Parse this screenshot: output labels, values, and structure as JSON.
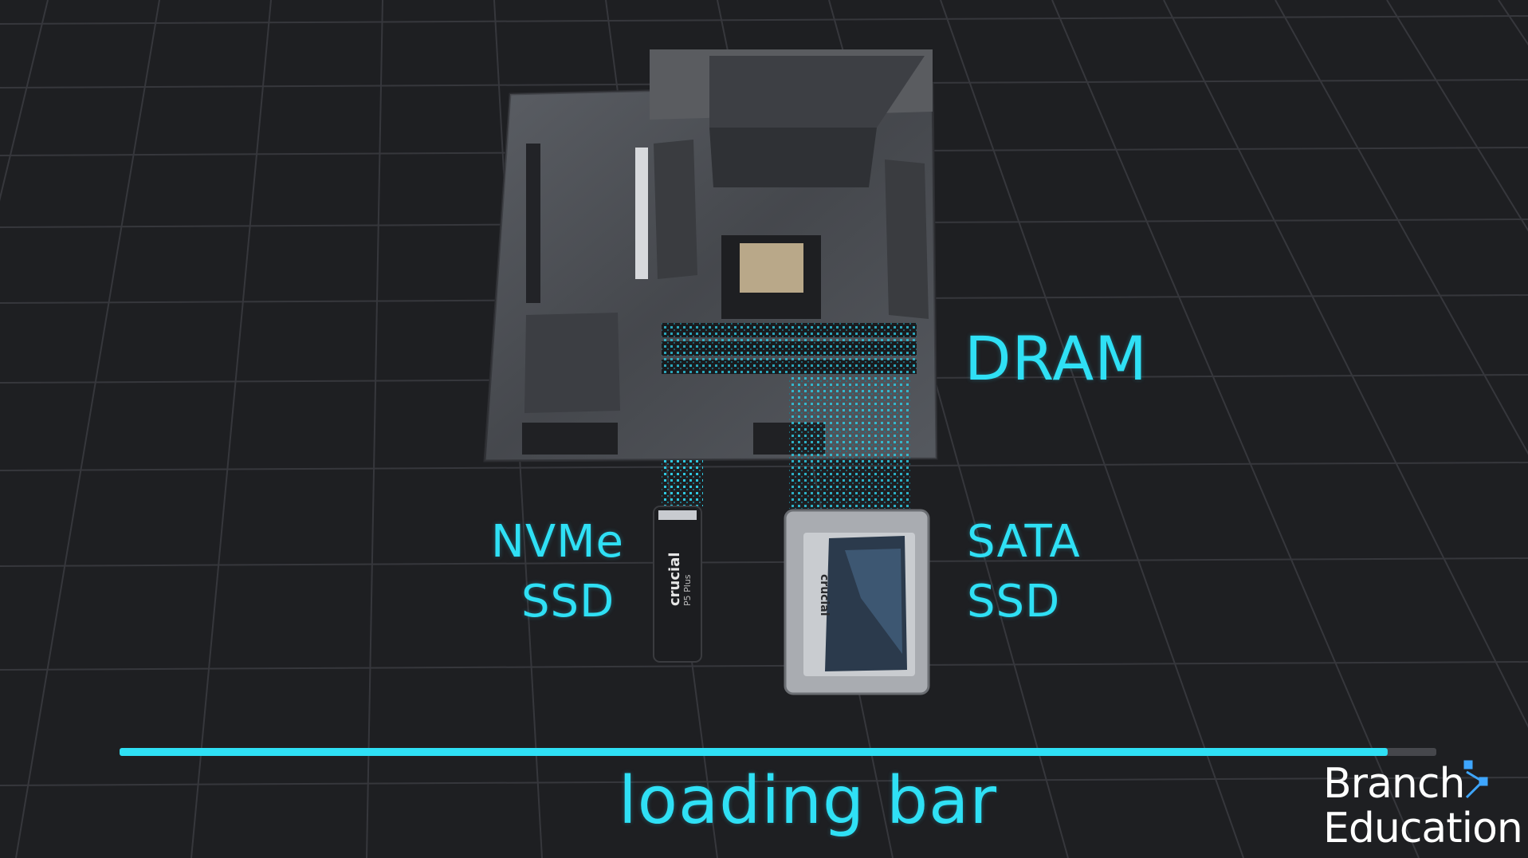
{
  "labels": {
    "dram": "DRAM",
    "nvme_line1": "NVMe",
    "nvme_line2": "SSD",
    "sata_line1": "SATA",
    "sata_line2": "SSD",
    "caption": "loading bar"
  },
  "logo": {
    "line1": "Branch",
    "line2": "Education"
  },
  "nvme_drive": {
    "brand": "crucial",
    "model": "P5 Plus"
  },
  "sata_drive": {
    "brand": "crucial"
  },
  "loading_bar": {
    "progress": 0.963
  },
  "colors": {
    "accent": "#2fe0f5",
    "background": "#1e1f22",
    "grid": "#3a3b40"
  }
}
